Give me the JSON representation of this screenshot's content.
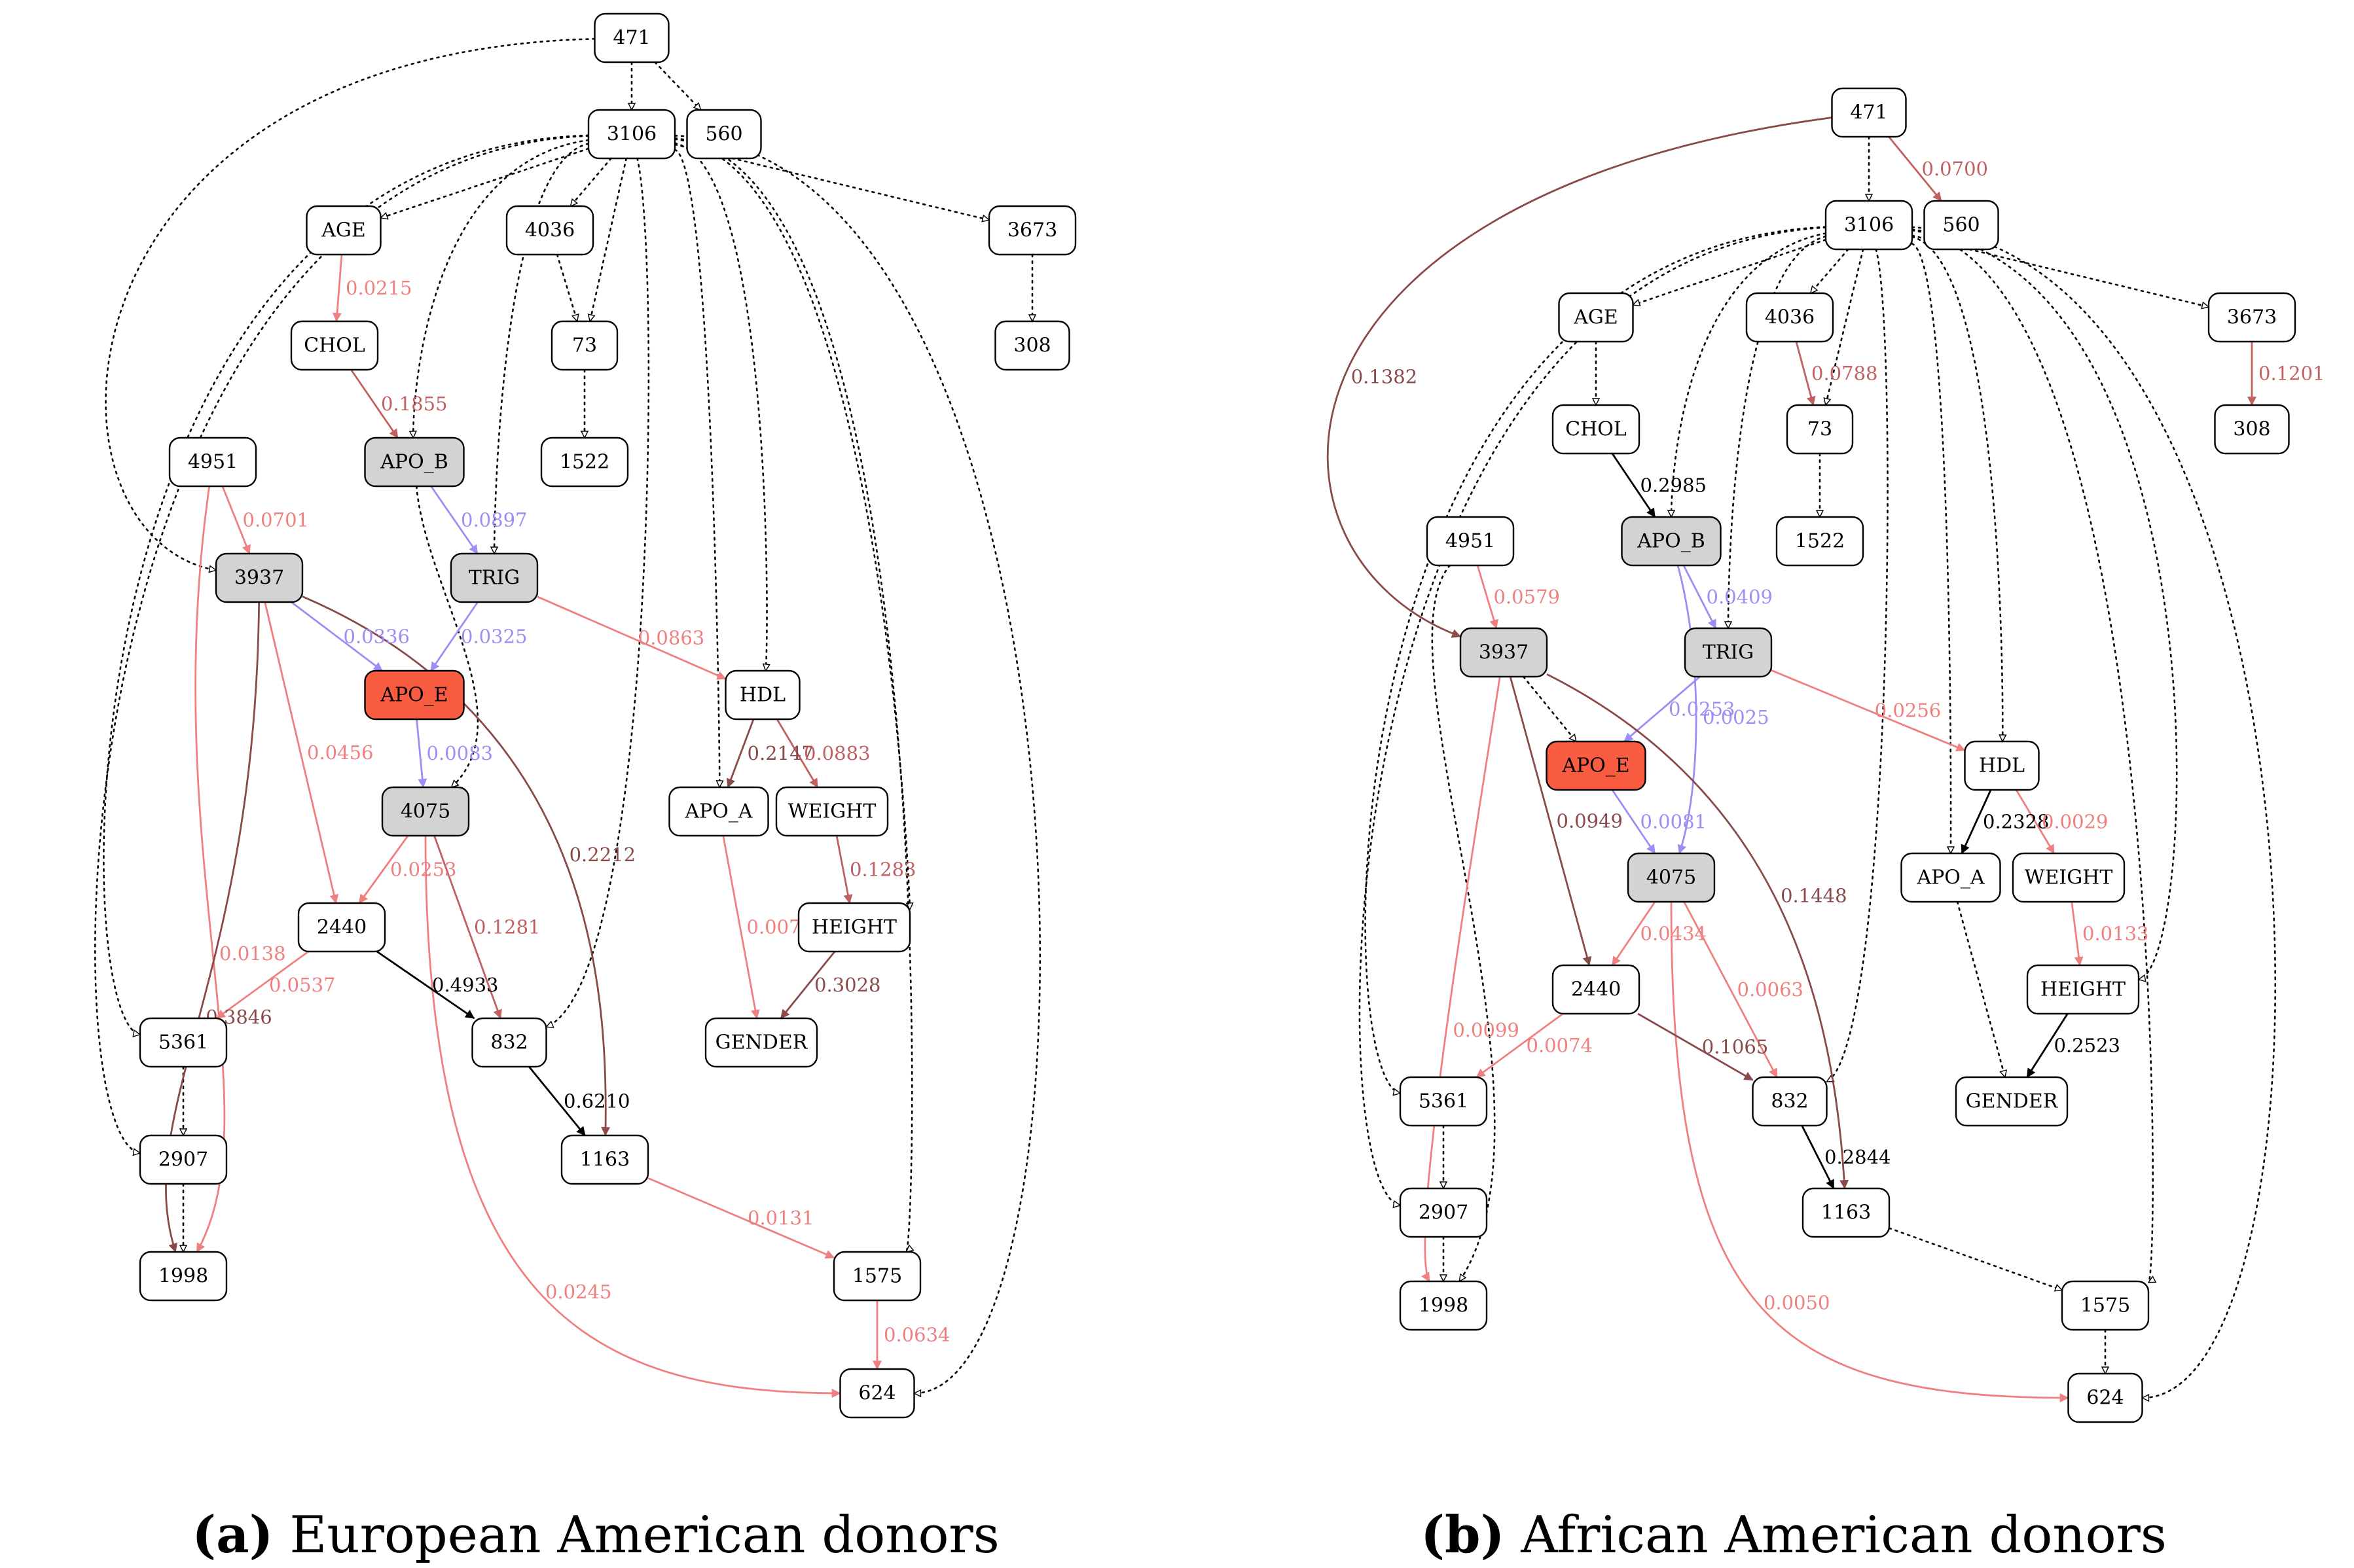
{
  "colors": {
    "white": "#ffffff",
    "gray": "#d3d3d3",
    "highlight": "#fa5c42",
    "dotted": "#000000",
    "black": "#000000",
    "dark_red": "#8b4a4a",
    "mid_red": "#c06060",
    "light_red": "#f08080",
    "purple": "#9d8ef5"
  },
  "panels": [
    {
      "id": "a",
      "caption_prefix": "(a)",
      "caption_text": "European American donors",
      "nodes": [
        {
          "id": "471",
          "fill": "white"
        },
        {
          "id": "560",
          "fill": "white"
        },
        {
          "id": "3106",
          "fill": "white"
        },
        {
          "id": "AGE",
          "fill": "white"
        },
        {
          "id": "4036",
          "fill": "white"
        },
        {
          "id": "3673",
          "fill": "white"
        },
        {
          "id": "CHOL",
          "fill": "white"
        },
        {
          "id": "73",
          "fill": "white"
        },
        {
          "id": "308",
          "fill": "white"
        },
        {
          "id": "4951",
          "fill": "white"
        },
        {
          "id": "APO_B",
          "fill": "gray"
        },
        {
          "id": "1522",
          "fill": "white"
        },
        {
          "id": "3937",
          "fill": "gray"
        },
        {
          "id": "TRIG",
          "fill": "gray"
        },
        {
          "id": "APO_E",
          "fill": "highlight"
        },
        {
          "id": "HDL",
          "fill": "white"
        },
        {
          "id": "4075",
          "fill": "gray"
        },
        {
          "id": "APO_A",
          "fill": "white"
        },
        {
          "id": "WEIGHT",
          "fill": "white"
        },
        {
          "id": "2440",
          "fill": "white"
        },
        {
          "id": "HEIGHT",
          "fill": "white"
        },
        {
          "id": "5361",
          "fill": "white"
        },
        {
          "id": "832",
          "fill": "white"
        },
        {
          "id": "GENDER",
          "fill": "white"
        },
        {
          "id": "2907",
          "fill": "white"
        },
        {
          "id": "1163",
          "fill": "white"
        },
        {
          "id": "1998",
          "fill": "white"
        },
        {
          "id": "1575",
          "fill": "white"
        },
        {
          "id": "624",
          "fill": "white"
        }
      ],
      "edges": [
        {
          "from": "471",
          "to": "3106",
          "style": "dotted"
        },
        {
          "from": "471",
          "to": "560",
          "style": "dotted"
        },
        {
          "from": "471",
          "to": "3937",
          "style": "dotted"
        },
        {
          "from": "3106",
          "to": "AGE",
          "style": "dotted"
        },
        {
          "from": "3106",
          "to": "4036",
          "style": "dotted"
        },
        {
          "from": "3106",
          "to": "73",
          "style": "dotted"
        },
        {
          "from": "3106",
          "to": "3673",
          "style": "dotted"
        },
        {
          "from": "3106",
          "to": "APO_B",
          "style": "dotted"
        },
        {
          "from": "3106",
          "to": "TRIG",
          "style": "dotted"
        },
        {
          "from": "3106",
          "to": "HDL",
          "style": "dotted"
        },
        {
          "from": "3106",
          "to": "APO_A",
          "style": "dotted"
        },
        {
          "from": "3106",
          "to": "832",
          "style": "dotted"
        },
        {
          "from": "3106",
          "to": "HEIGHT",
          "style": "dotted"
        },
        {
          "from": "3106",
          "to": "1575",
          "style": "dotted"
        },
        {
          "from": "3106",
          "to": "5361",
          "style": "dotted"
        },
        {
          "from": "3106",
          "to": "2907",
          "style": "dotted"
        },
        {
          "from": "3106",
          "to": "624",
          "style": "dotted"
        },
        {
          "from": "4036",
          "to": "73",
          "style": "dotted"
        },
        {
          "from": "3673",
          "to": "308",
          "style": "dotted"
        },
        {
          "from": "73",
          "to": "1522",
          "style": "dotted"
        },
        {
          "from": "APO_B",
          "to": "4075",
          "style": "dotted"
        },
        {
          "from": "5361",
          "to": "2907",
          "style": "dotted"
        },
        {
          "from": "2907",
          "to": "1998",
          "style": "dotted"
        },
        {
          "from": "AGE",
          "to": "CHOL",
          "style": "solid",
          "color": "light_red",
          "label": "0.0215"
        },
        {
          "from": "CHOL",
          "to": "APO_B",
          "style": "solid",
          "color": "mid_red",
          "label": "0.1855"
        },
        {
          "from": "APO_B",
          "to": "TRIG",
          "style": "solid",
          "color": "purple",
          "label": "0.0897"
        },
        {
          "from": "4951",
          "to": "3937",
          "style": "solid",
          "color": "light_red",
          "label": "0.0701"
        },
        {
          "from": "4951",
          "to": "1998",
          "style": "solid",
          "color": "light_red",
          "label": "0.0138"
        },
        {
          "from": "3937",
          "to": "APO_E",
          "style": "solid",
          "color": "purple",
          "label": "0.0336"
        },
        {
          "from": "TRIG",
          "to": "APO_E",
          "style": "solid",
          "color": "purple",
          "label": "0.0325"
        },
        {
          "from": "TRIG",
          "to": "HDL",
          "style": "solid",
          "color": "light_red",
          "label": "0.0863"
        },
        {
          "from": "APO_E",
          "to": "4075",
          "style": "solid",
          "color": "purple",
          "label": "0.0083"
        },
        {
          "from": "3937",
          "to": "2440",
          "style": "solid",
          "color": "light_red",
          "label": "0.0456"
        },
        {
          "from": "3937",
          "to": "1998",
          "style": "solid",
          "color": "dark_red",
          "label": "0.3846"
        },
        {
          "from": "3937",
          "to": "1163",
          "style": "solid",
          "color": "dark_red",
          "label": "0.2212"
        },
        {
          "from": "HDL",
          "to": "APO_A",
          "style": "solid",
          "color": "dark_red",
          "label": "0.2147"
        },
        {
          "from": "HDL",
          "to": "WEIGHT",
          "style": "solid",
          "color": "mid_red",
          "label": "0.0883"
        },
        {
          "from": "4075",
          "to": "2440",
          "style": "solid",
          "color": "light_red",
          "label": "0.0253"
        },
        {
          "from": "4075",
          "to": "832",
          "style": "solid",
          "color": "mid_red",
          "label": "0.1281"
        },
        {
          "from": "4075",
          "to": "624",
          "style": "solid",
          "color": "light_red",
          "label": "0.0245"
        },
        {
          "from": "WEIGHT",
          "to": "HEIGHT",
          "style": "solid",
          "color": "mid_red",
          "label": "0.1283"
        },
        {
          "from": "APO_A",
          "to": "GENDER",
          "style": "solid",
          "color": "light_red",
          "label": "0.0070"
        },
        {
          "from": "HEIGHT",
          "to": "GENDER",
          "style": "solid",
          "color": "dark_red",
          "label": "0.3028"
        },
        {
          "from": "2440",
          "to": "5361",
          "style": "solid",
          "color": "light_red",
          "label": "0.0537"
        },
        {
          "from": "2440",
          "to": "832",
          "style": "solid",
          "color": "black",
          "label": "0.4933"
        },
        {
          "from": "832",
          "to": "1163",
          "style": "solid",
          "color": "black",
          "label": "0.6210"
        },
        {
          "from": "1163",
          "to": "1575",
          "style": "solid",
          "color": "light_red",
          "label": "0.0131"
        },
        {
          "from": "1575",
          "to": "624",
          "style": "solid",
          "color": "light_red",
          "label": "0.0634"
        }
      ]
    },
    {
      "id": "b",
      "caption_prefix": "(b)",
      "caption_text": "African American donors",
      "nodes": [
        {
          "id": "471",
          "fill": "white"
        },
        {
          "id": "3106",
          "fill": "white"
        },
        {
          "id": "560",
          "fill": "white"
        },
        {
          "id": "AGE",
          "fill": "white"
        },
        {
          "id": "4036",
          "fill": "white"
        },
        {
          "id": "3673",
          "fill": "white"
        },
        {
          "id": "CHOL",
          "fill": "white"
        },
        {
          "id": "73",
          "fill": "white"
        },
        {
          "id": "308",
          "fill": "white"
        },
        {
          "id": "APO_B",
          "fill": "gray"
        },
        {
          "id": "4951",
          "fill": "white"
        },
        {
          "id": "1522",
          "fill": "white"
        },
        {
          "id": "3937",
          "fill": "gray"
        },
        {
          "id": "TRIG",
          "fill": "gray"
        },
        {
          "id": "APO_E",
          "fill": "highlight"
        },
        {
          "id": "HDL",
          "fill": "white"
        },
        {
          "id": "4075",
          "fill": "gray"
        },
        {
          "id": "APO_A",
          "fill": "white"
        },
        {
          "id": "WEIGHT",
          "fill": "white"
        },
        {
          "id": "2440",
          "fill": "white"
        },
        {
          "id": "HEIGHT",
          "fill": "white"
        },
        {
          "id": "5361",
          "fill": "white"
        },
        {
          "id": "832",
          "fill": "white"
        },
        {
          "id": "GENDER",
          "fill": "white"
        },
        {
          "id": "2907",
          "fill": "white"
        },
        {
          "id": "1163",
          "fill": "white"
        },
        {
          "id": "1998",
          "fill": "white"
        },
        {
          "id": "1575",
          "fill": "white"
        },
        {
          "id": "624",
          "fill": "white"
        }
      ],
      "edges": [
        {
          "from": "471",
          "to": "3106",
          "style": "dotted"
        },
        {
          "from": "3106",
          "to": "AGE",
          "style": "dotted"
        },
        {
          "from": "3106",
          "to": "4036",
          "style": "dotted"
        },
        {
          "from": "3106",
          "to": "73",
          "style": "dotted"
        },
        {
          "from": "3106",
          "to": "3673",
          "style": "dotted"
        },
        {
          "from": "3106",
          "to": "APO_B",
          "style": "dotted"
        },
        {
          "from": "3106",
          "to": "TRIG",
          "style": "dotted"
        },
        {
          "from": "3106",
          "to": "HDL",
          "style": "dotted"
        },
        {
          "from": "3106",
          "to": "APO_A",
          "style": "dotted"
        },
        {
          "from": "3106",
          "to": "832",
          "style": "dotted"
        },
        {
          "from": "3106",
          "to": "HEIGHT",
          "style": "dotted"
        },
        {
          "from": "3106",
          "to": "1575",
          "style": "dotted"
        },
        {
          "from": "3106",
          "to": "5361",
          "style": "dotted"
        },
        {
          "from": "3106",
          "to": "2907",
          "style": "dotted"
        },
        {
          "from": "3106",
          "to": "624",
          "style": "dotted"
        },
        {
          "from": "AGE",
          "to": "CHOL",
          "style": "dotted"
        },
        {
          "from": "73",
          "to": "1522",
          "style": "dotted"
        },
        {
          "from": "4951",
          "to": "1998",
          "style": "dotted"
        },
        {
          "from": "3937",
          "to": "APO_E",
          "style": "dotted"
        },
        {
          "from": "5361",
          "to": "2907",
          "style": "dotted"
        },
        {
          "from": "2907",
          "to": "1998",
          "style": "dotted"
        },
        {
          "from": "APO_A",
          "to": "GENDER",
          "style": "dotted"
        },
        {
          "from": "1163",
          "to": "1575",
          "style": "dotted"
        },
        {
          "from": "1575",
          "to": "624",
          "style": "dotted"
        },
        {
          "from": "471",
          "to": "560",
          "style": "solid",
          "color": "mid_red",
          "label": "0.0700"
        },
        {
          "from": "471",
          "to": "3937",
          "style": "solid",
          "color": "dark_red",
          "label": "0.1382"
        },
        {
          "from": "4036",
          "to": "73",
          "style": "solid",
          "color": "mid_red",
          "label": "0.0788"
        },
        {
          "from": "3673",
          "to": "308",
          "style": "solid",
          "color": "mid_red",
          "label": "0.1201"
        },
        {
          "from": "CHOL",
          "to": "APO_B",
          "style": "solid",
          "color": "black",
          "label": "0.2985"
        },
        {
          "from": "APO_B",
          "to": "TRIG",
          "style": "solid",
          "color": "purple",
          "label": "0.0409"
        },
        {
          "from": "APO_B",
          "to": "4075",
          "style": "solid",
          "color": "purple",
          "label": "0.0025"
        },
        {
          "from": "4951",
          "to": "3937",
          "style": "solid",
          "color": "light_red",
          "label": "0.0579"
        },
        {
          "from": "TRIG",
          "to": "APO_E",
          "style": "solid",
          "color": "purple",
          "label": "0.0253"
        },
        {
          "from": "TRIG",
          "to": "HDL",
          "style": "solid",
          "color": "light_red",
          "label": "0.0256"
        },
        {
          "from": "3937",
          "to": "2440",
          "style": "solid",
          "color": "dark_red",
          "label": "0.0949"
        },
        {
          "from": "3937",
          "to": "1998",
          "style": "solid",
          "color": "light_red",
          "label": "0.0099"
        },
        {
          "from": "3937",
          "to": "1163",
          "style": "solid",
          "color": "dark_red",
          "label": "0.1448"
        },
        {
          "from": "APO_E",
          "to": "4075",
          "style": "solid",
          "color": "purple",
          "label": "0.0081"
        },
        {
          "from": "HDL",
          "to": "APO_A",
          "style": "solid",
          "color": "black",
          "label": "0.2328"
        },
        {
          "from": "HDL",
          "to": "WEIGHT",
          "style": "solid",
          "color": "light_red",
          "label": "0.0029"
        },
        {
          "from": "WEIGHT",
          "to": "HEIGHT",
          "style": "solid",
          "color": "light_red",
          "label": "0.0133"
        },
        {
          "from": "HEIGHT",
          "to": "GENDER",
          "style": "solid",
          "color": "black",
          "label": "0.2523"
        },
        {
          "from": "4075",
          "to": "2440",
          "style": "solid",
          "color": "light_red",
          "label": "0.0434"
        },
        {
          "from": "4075",
          "to": "832",
          "style": "solid",
          "color": "light_red",
          "label": "0.0063"
        },
        {
          "from": "4075",
          "to": "624",
          "style": "solid",
          "color": "light_red",
          "label": "0.0050"
        },
        {
          "from": "2440",
          "to": "5361",
          "style": "solid",
          "color": "light_red",
          "label": "0.0074"
        },
        {
          "from": "2440",
          "to": "832",
          "style": "solid",
          "color": "dark_red",
          "label": "0.1065"
        },
        {
          "from": "832",
          "to": "1163",
          "style": "solid",
          "color": "black",
          "label": "0.2844"
        }
      ]
    }
  ]
}
